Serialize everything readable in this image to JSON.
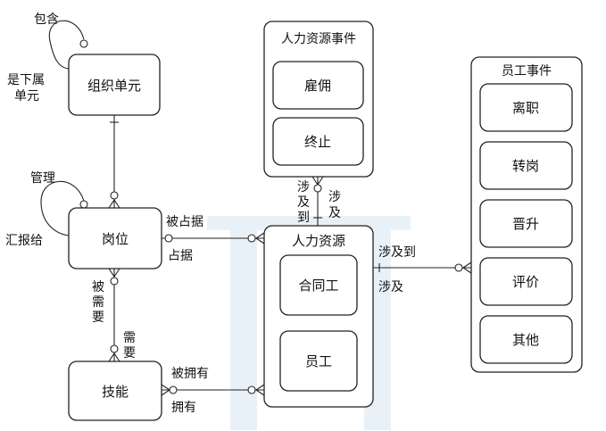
{
  "entities": {
    "org_unit": "组织单元",
    "position": "岗位",
    "skill": "技能",
    "hr_event": {
      "title": "人力资源事件",
      "items": [
        "雇佣",
        "终止"
      ]
    },
    "hr": {
      "title": "人力资源",
      "items": [
        "合同工",
        "员工"
      ]
    },
    "emp_event": {
      "title": "员工事件",
      "items": [
        "离职",
        "转岗",
        "晋升",
        "评价",
        "其他"
      ]
    }
  },
  "relations": {
    "org_self_top": "包含",
    "org_self_side": [
      "是下属",
      "单元"
    ],
    "pos_self_top": "管理",
    "pos_self_side": "汇报给",
    "pos_hr_top": "被占据",
    "pos_hr_bottom": "占据",
    "pos_skill_left": [
      "被",
      "需",
      "要"
    ],
    "pos_skill_right": [
      "需",
      "要"
    ],
    "skill_hr_top": "被拥有",
    "skill_hr_bottom": "拥有",
    "hrevent_hr_left": [
      "涉",
      "及",
      "到"
    ],
    "hrevent_hr_right": [
      "涉",
      "及"
    ],
    "hr_empevent_top": "涉及到",
    "hr_empevent_bottom": "涉及"
  }
}
